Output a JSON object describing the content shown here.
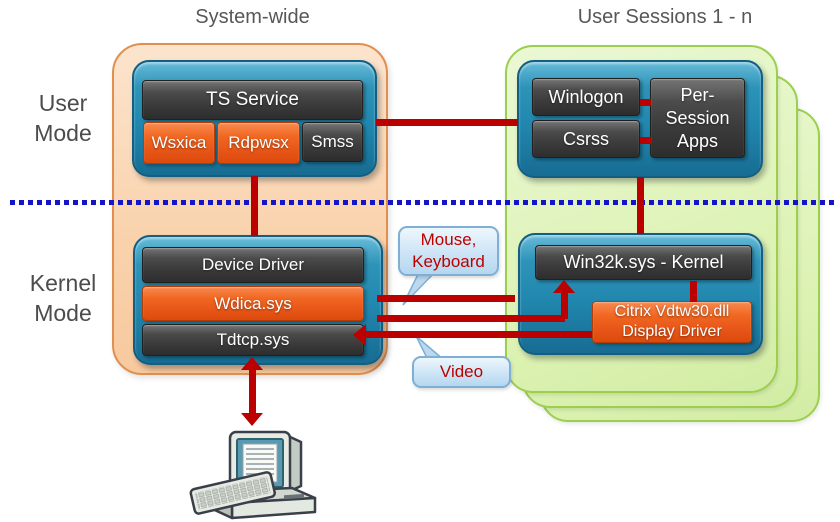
{
  "diagram": {
    "title_left": "System-wide",
    "title_right": "User Sessions 1 - n",
    "mode_labels": {
      "user": "User\nMode",
      "kernel": "Kernel\nMode"
    },
    "system_wide": {
      "ts_service": "TS Service",
      "ts_children": [
        {
          "label": "Wsxica",
          "style": "orange"
        },
        {
          "label": "Rdpwsx",
          "style": "orange"
        },
        {
          "label": "Smss",
          "style": "dark"
        }
      ],
      "driver_stack": [
        {
          "label": "Device Driver",
          "style": "dark"
        },
        {
          "label": "Wdica.sys",
          "style": "orange"
        },
        {
          "label": "Tdtcp.sys",
          "style": "dark"
        }
      ]
    },
    "user_sessions": {
      "winlogon": "Winlogon",
      "csrss": "Csrss",
      "per_session_apps": "Per-\nSession\nApps",
      "win32k": "Win32k.sys - Kernel",
      "citrix_display_driver": "Citrix Vdtw30.dll\nDisplay Driver"
    },
    "callouts": {
      "mouse_keyboard": "Mouse,\nKeyboard",
      "video": "Video"
    },
    "icons": {
      "client": "desktop-computer-icon"
    },
    "colors": {
      "red_connector": "#BB0000",
      "mode_divider_blue": "#1414C8",
      "orange_container": "#F9D2AC",
      "green_session_card": "#DCF2B2",
      "blue_box": "#2187AE",
      "dark_box": "#3C3C3C",
      "orange_box": "#EA5A1B",
      "callout_fill": "#CDE4F6",
      "callout_text": "#BB0000"
    }
  }
}
